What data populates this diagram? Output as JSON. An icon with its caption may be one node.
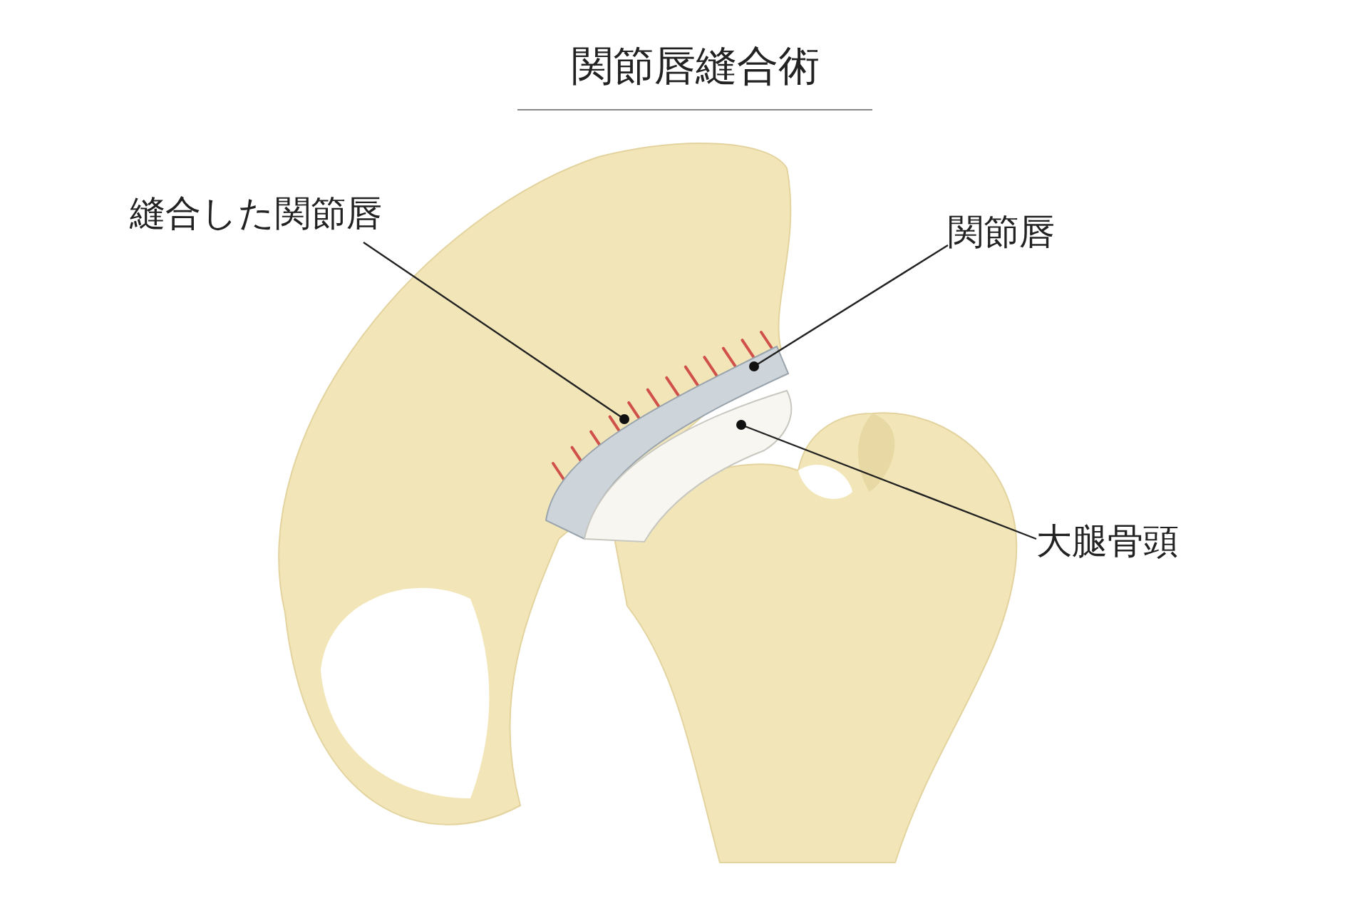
{
  "diagram": {
    "title": "関節唇縫合術",
    "nodes": [
      {
        "text": [
          "縫合した関節唇"
        ]
      },
      {
        "text": [
          "関節唇"
        ]
      },
      {
        "text": [
          "大腿骨頭"
        ]
      },
      {
        "text": [],
        "shape": "picture"
      },
      {
        "text": [],
        "shape": "picture"
      },
      {
        "text": [],
        "shape": "picture"
      }
    ],
    "edges": [
      {
        "from": 0,
        "to": 3,
        "arrow": "other"
      },
      {
        "from": 1,
        "to": 4,
        "arrow": "other"
      },
      {
        "from": 2,
        "to": 5,
        "arrow": "other"
      }
    ]
  }
}
